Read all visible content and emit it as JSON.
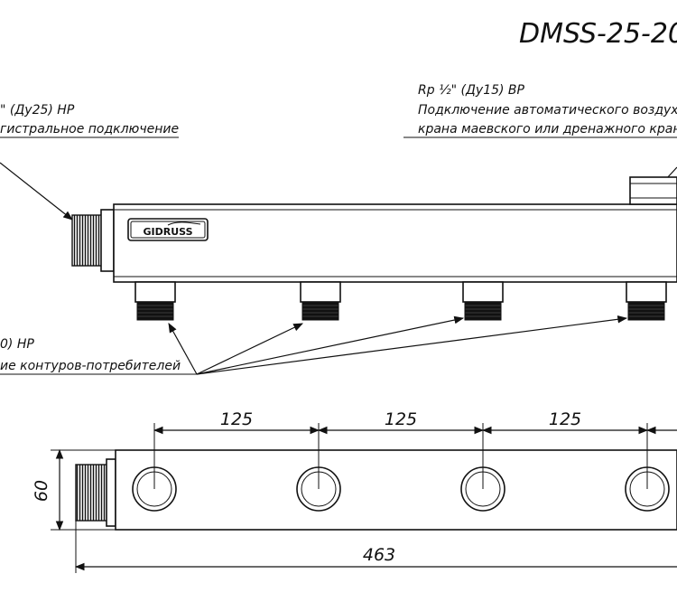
{
  "title": "DMSS-25-20",
  "labels": {
    "main_conn_size": "\" (Ду25) НР",
    "main_conn_desc": "гистральное подключение",
    "air_vent_size": "Rp ½\" (Ду15) ВР",
    "air_vent_desc_1": "Подключение автоматического воздухо",
    "air_vent_desc_2": "крана маевского или дренажного крана",
    "consumer_size": "0) НР",
    "consumer_desc": "ие контуров-потребителей",
    "brand": "GIDRUSS"
  },
  "dimensions": {
    "spacing_1": "125",
    "spacing_2": "125",
    "spacing_3": "125",
    "height": "60",
    "length": "463"
  }
}
